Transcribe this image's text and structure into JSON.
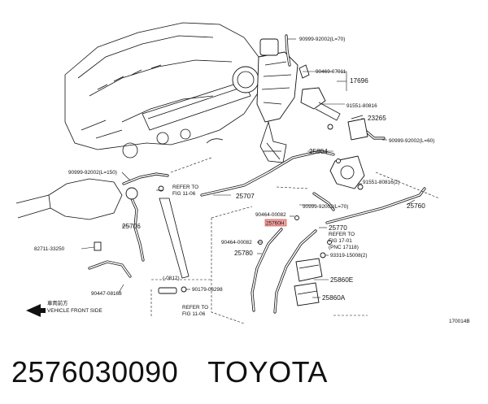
{
  "diagram": {
    "labels": [
      {
        "id": "l01",
        "text": "90999-92002(L=70)"
      },
      {
        "id": "l02",
        "text": "90469-07011"
      },
      {
        "id": "l03",
        "text": "17696"
      },
      {
        "id": "l04",
        "text": "91551-80816"
      },
      {
        "id": "l05",
        "text": "23265"
      },
      {
        "id": "l06",
        "text": "90999-92002(L=60)"
      },
      {
        "id": "l07",
        "text": "25804"
      },
      {
        "id": "l08",
        "text": "91551-80816(2)"
      },
      {
        "id": "l09",
        "text": "90999-92002(L=150)"
      },
      {
        "id": "l10",
        "text": "25707"
      },
      {
        "id": "l11",
        "text": "90999-92002(L=70)"
      },
      {
        "id": "l12",
        "text": "25760"
      },
      {
        "id": "l13",
        "text": "90464-00082"
      },
      {
        "id": "l14",
        "text": "25770"
      },
      {
        "id": "l15",
        "text": "25706"
      },
      {
        "id": "l16",
        "text": "82711-33250"
      },
      {
        "id": "l17",
        "text": "90464-00082"
      },
      {
        "id": "l18",
        "text": "25780"
      },
      {
        "id": "l19",
        "text": "93319-15008(2)"
      },
      {
        "id": "l20",
        "text": "25860E"
      },
      {
        "id": "l21",
        "text": "90447-08168"
      },
      {
        "id": "l22",
        "text": "(-0812)"
      },
      {
        "id": "l23",
        "text": "90179-06298"
      },
      {
        "id": "l24",
        "text": "25860A"
      },
      {
        "id": "l25",
        "text": "VEHICLE FRONT SIDE"
      },
      {
        "id": "l26",
        "text": "車両前方"
      },
      {
        "id": "l27",
        "text": "170014B"
      },
      {
        "id": "l28",
        "text": "25760H"
      }
    ],
    "refers": [
      {
        "id": "r1",
        "line1": "REFER TO",
        "line2": "FIG 11-06"
      },
      {
        "id": "r2",
        "line1": "REFER TO",
        "line2": "FIG 17-01",
        "line3": "(PNC 17118)"
      },
      {
        "id": "r3",
        "line1": "REFER TO",
        "line2": "FIG 11-06"
      }
    ]
  },
  "caption": {
    "part_number": "2576030090",
    "brand": "TOYOTA"
  },
  "colors": {
    "highlight": "#f4a3a3",
    "ink": "#111111"
  }
}
